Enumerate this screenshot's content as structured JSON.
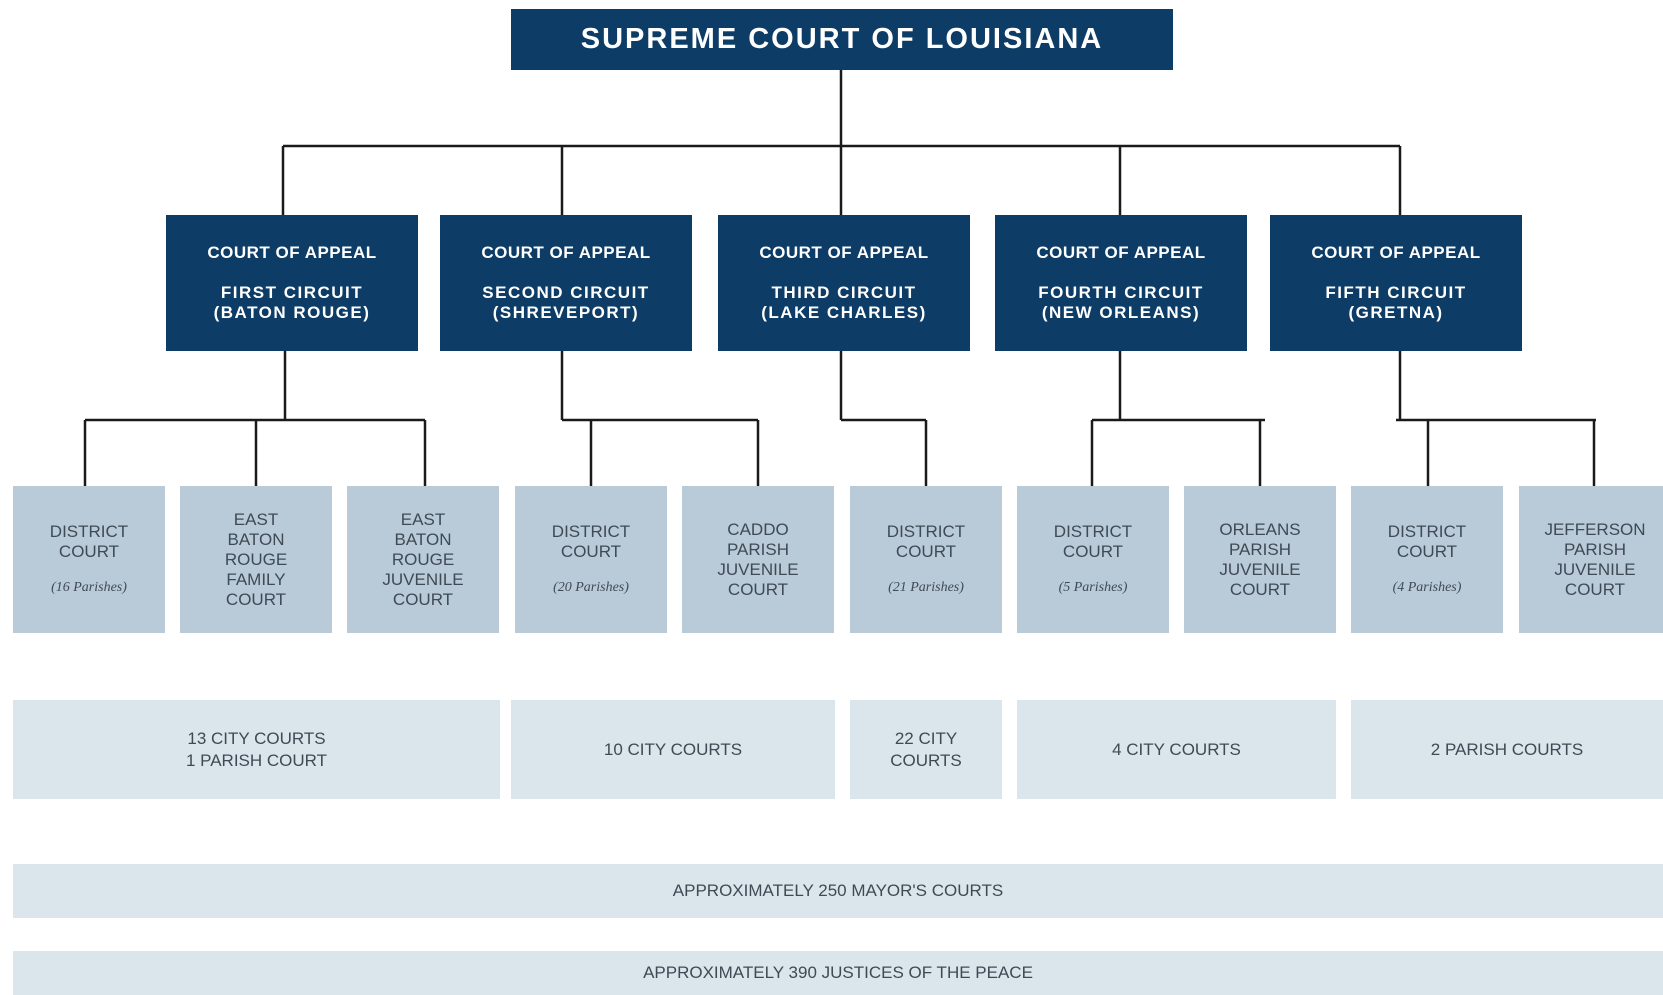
{
  "supreme": {
    "title": "SUPREME COURT OF LOUISIANA"
  },
  "appeal": [
    {
      "title": "COURT OF APPEAL",
      "circuit": "FIRST CIRCUIT",
      "city": "(BATON ROUGE)"
    },
    {
      "title": "COURT OF APPEAL",
      "circuit": "SECOND CIRCUIT",
      "city": "(SHREVEPORT)"
    },
    {
      "title": "COURT OF APPEAL",
      "circuit": "THIRD CIRCUIT",
      "city": "(LAKE CHARLES)"
    },
    {
      "title": "COURT OF APPEAL",
      "circuit": "FOURTH CIRCUIT",
      "city": "(NEW ORLEANS)"
    },
    {
      "title": "COURT OF APPEAL",
      "circuit": "FIFTH CIRCUIT",
      "city": "(GRETNA)"
    }
  ],
  "trial": [
    {
      "lines": [
        "DISTRICT",
        "COURT"
      ],
      "sub": "(16 Parishes)"
    },
    {
      "lines": [
        "EAST",
        "BATON",
        "ROUGE",
        "FAMILY",
        "COURT"
      ]
    },
    {
      "lines": [
        "EAST",
        "BATON",
        "ROUGE",
        "JUVENILE",
        "COURT"
      ]
    },
    {
      "lines": [
        "DISTRICT",
        "COURT"
      ],
      "sub": "(20 Parishes)"
    },
    {
      "lines": [
        "CADDO",
        "PARISH",
        "JUVENILE",
        "COURT"
      ]
    },
    {
      "lines": [
        "DISTRICT",
        "COURT"
      ],
      "sub": "(21 Parishes)"
    },
    {
      "lines": [
        "DISTRICT",
        "COURT"
      ],
      "sub": "(5 Parishes)"
    },
    {
      "lines": [
        "ORLEANS",
        "PARISH",
        "JUVENILE",
        "COURT"
      ]
    },
    {
      "lines": [
        "DISTRICT",
        "COURT"
      ],
      "sub": "(4 Parishes)"
    },
    {
      "lines": [
        "JEFFERSON",
        "PARISH",
        "JUVENILE",
        "COURT"
      ]
    }
  ],
  "city_courts": [
    {
      "lines": [
        "13 CITY COURTS",
        "1 PARISH COURT"
      ]
    },
    {
      "lines": [
        "10 CITY COURTS"
      ]
    },
    {
      "lines": [
        "22 CITY",
        "COURTS"
      ]
    },
    {
      "lines": [
        "4 CITY COURTS"
      ]
    },
    {
      "lines": [
        "2 PARISH COURTS"
      ]
    }
  ],
  "mayors": {
    "label": "APPROXIMATELY 250 MAYOR'S COURTS"
  },
  "justices": {
    "label": "APPROXIMATELY 390 JUSTICES OF THE PEACE"
  },
  "colors": {
    "dark": "#0d3c66",
    "mid": "#b9cbd8",
    "light": "#dae5ec",
    "line": "#1a1a1a"
  }
}
